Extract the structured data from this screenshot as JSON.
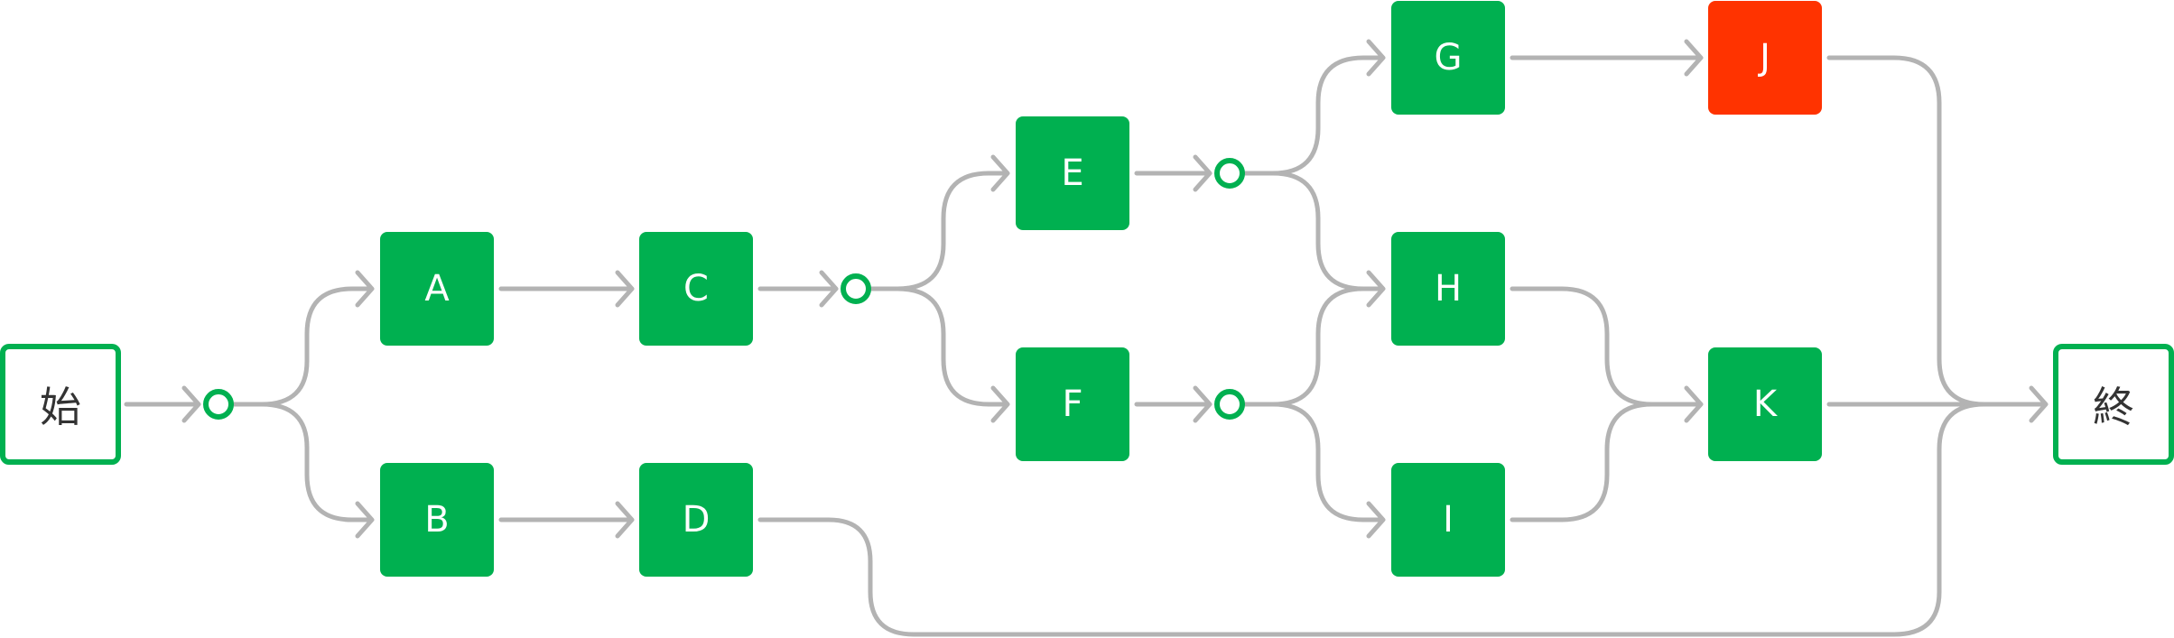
{
  "colors": {
    "node": "#00b050",
    "highlight": "#ff3300",
    "edge": "#b3b3b3",
    "junction": "#00b050"
  },
  "start": {
    "label": "始"
  },
  "end": {
    "label": "終"
  },
  "nodes": [
    {
      "id": "A",
      "label": "A",
      "status": "normal"
    },
    {
      "id": "B",
      "label": "B",
      "status": "normal"
    },
    {
      "id": "C",
      "label": "C",
      "status": "normal"
    },
    {
      "id": "D",
      "label": "D",
      "status": "normal"
    },
    {
      "id": "E",
      "label": "E",
      "status": "normal"
    },
    {
      "id": "F",
      "label": "F",
      "status": "normal"
    },
    {
      "id": "G",
      "label": "G",
      "status": "normal"
    },
    {
      "id": "H",
      "label": "H",
      "status": "normal"
    },
    {
      "id": "I",
      "label": "I",
      "status": "normal"
    },
    {
      "id": "J",
      "label": "J",
      "status": "highlight"
    },
    {
      "id": "K",
      "label": "K",
      "status": "normal"
    }
  ],
  "edges": [
    [
      "start",
      "j1"
    ],
    [
      "j1",
      "A"
    ],
    [
      "j1",
      "B"
    ],
    [
      "A",
      "C"
    ],
    [
      "B",
      "D"
    ],
    [
      "C",
      "j2"
    ],
    [
      "j2",
      "E"
    ],
    [
      "j2",
      "F"
    ],
    [
      "E",
      "j3"
    ],
    [
      "F",
      "j4"
    ],
    [
      "j3",
      "G"
    ],
    [
      "j3",
      "H"
    ],
    [
      "j4",
      "H"
    ],
    [
      "j4",
      "I"
    ],
    [
      "G",
      "J"
    ],
    [
      "H",
      "K"
    ],
    [
      "I",
      "K"
    ],
    [
      "J",
      "end"
    ],
    [
      "K",
      "end"
    ],
    [
      "D",
      "end"
    ]
  ]
}
